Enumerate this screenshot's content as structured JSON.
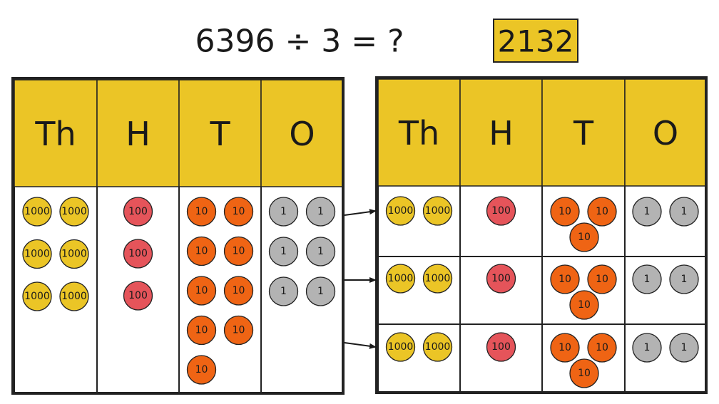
{
  "equation": "6396 ÷ 3 = ?",
  "answer": "2132",
  "headers": [
    "Th",
    "H",
    "T",
    "O"
  ],
  "counter_labels": [
    "1000",
    "100",
    "10",
    "1"
  ],
  "colors": {
    "header": "#EBC526",
    "thousands": "#EBC526",
    "hundreds": "#E5545A",
    "tens": "#EF6414",
    "ones": "#B3B3B3",
    "border": "#222222"
  },
  "left_table": {
    "counts": [
      6,
      3,
      9,
      6
    ]
  },
  "right_table": {
    "groups": 3,
    "counts_per_group": [
      2,
      1,
      3,
      2
    ]
  }
}
